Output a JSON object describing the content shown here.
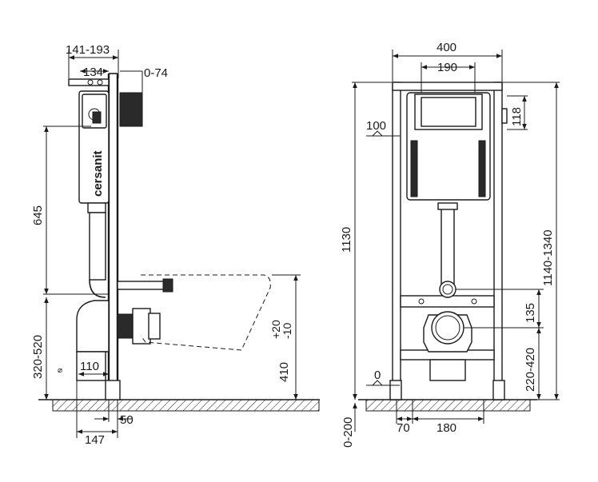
{
  "brand": "cersanit",
  "side_view": {
    "dims": {
      "depth_range": "141-193",
      "depth_base": "134",
      "adjust_range": "0-74",
      "cistern_height": "645",
      "bracket_height": "320-520",
      "pipe_offset": "110",
      "bottom_offset": "50",
      "foot_depth": "147",
      "bowl_height": "410",
      "bowl_tol_plus": "+20",
      "bowl_tol_minus": "-10",
      "diameter_symbol": "⌀"
    }
  },
  "front_view": {
    "dims": {
      "width": "400",
      "button_width": "190",
      "button_height": "118",
      "height_total": "1130",
      "height_range": "1140-1340",
      "level_mark": "100",
      "zero_mark": "0",
      "drain_range": "220-420",
      "drain_spacing": "135",
      "leg_offset": "70",
      "leg_spacing": "180",
      "floor_adjust": "0-200"
    }
  }
}
